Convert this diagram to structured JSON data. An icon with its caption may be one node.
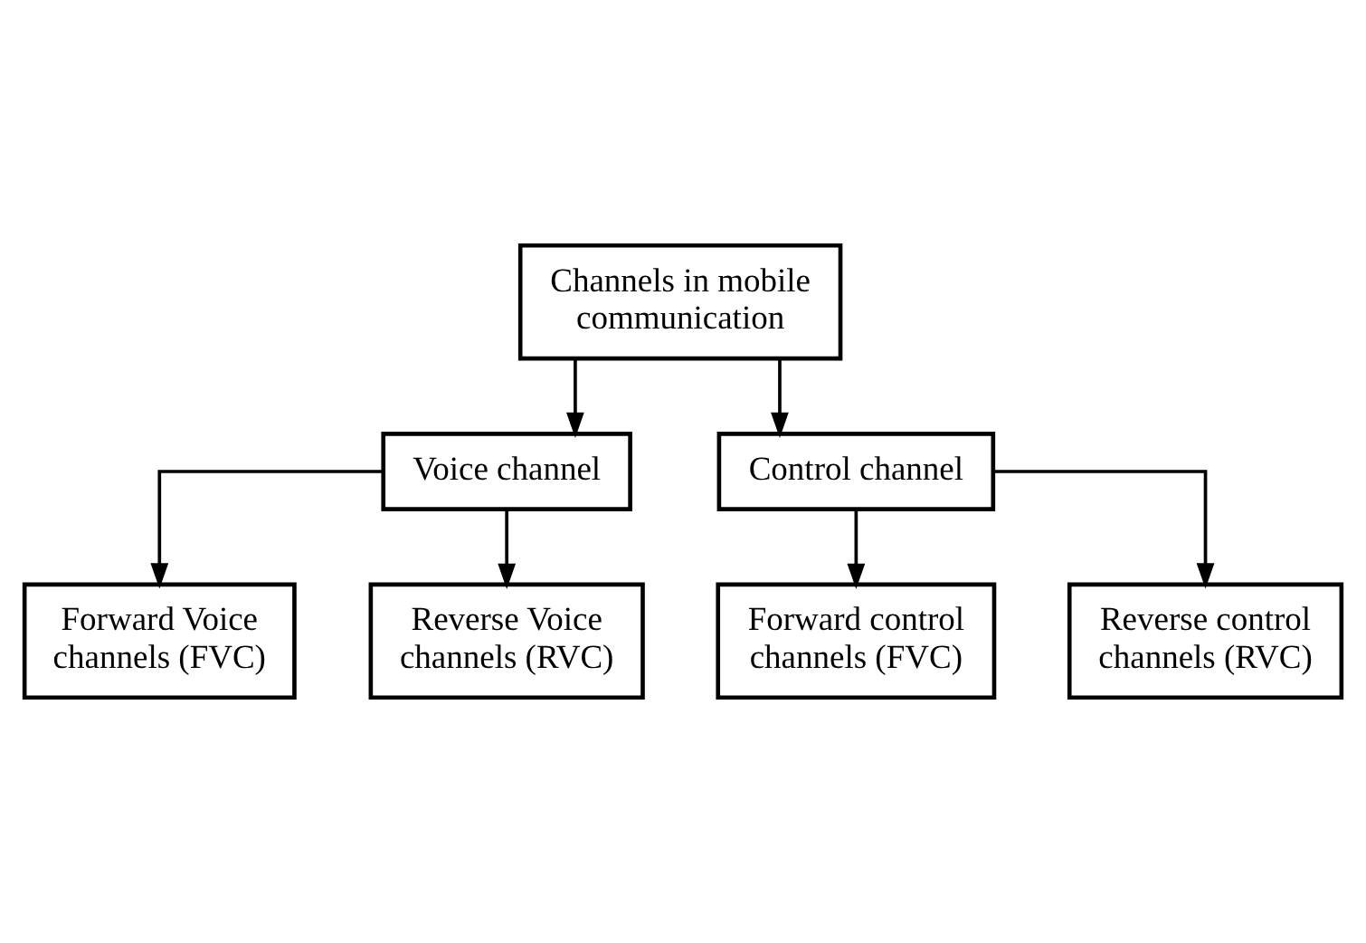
{
  "diagram": {
    "nodes": [
      {
        "text": [
          "Channels in mobile communication"
        ]
      },
      {
        "text": [
          "Voice channel"
        ]
      },
      {
        "text": [
          "Control channel"
        ]
      },
      {
        "text": [
          "Forward Voice channels (FVC)"
        ]
      },
      {
        "text": [
          "Reverse Voice channels (RVC)"
        ]
      },
      {
        "text": [
          "Forward control channels (FVC)"
        ]
      },
      {
        "text": [
          "Reverse control channels (RVC)"
        ]
      }
    ],
    "edges": [
      {
        "from": 0,
        "to": 1,
        "arrow": "to"
      },
      {
        "from": 0,
        "to": 2,
        "arrow": "to"
      },
      {
        "from": 1,
        "to": 3,
        "arrow": "to"
      },
      {
        "from": 1,
        "to": 4,
        "arrow": "to"
      },
      {
        "from": 2,
        "to": 5,
        "arrow": "to"
      },
      {
        "from": 2,
        "to": 6,
        "arrow": "to"
      }
    ]
  }
}
